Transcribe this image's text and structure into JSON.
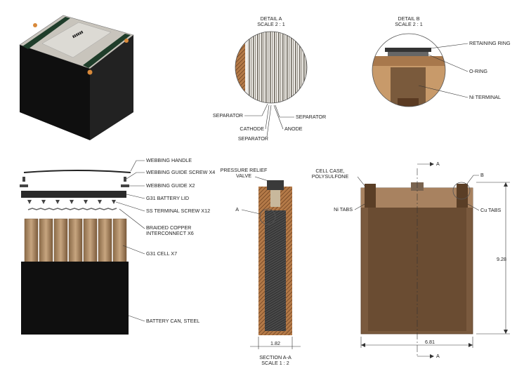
{
  "detail_a": {
    "title": "DETAIL A",
    "scale": "SCALE 2 : 1",
    "labels": {
      "separator_left": "SEPARATOR",
      "separator_right": "SEPARATOR",
      "cathode": "CATHODE",
      "anode": "ANODE",
      "separator_bottom": "SEPARATOR"
    }
  },
  "detail_b": {
    "title": "DETAIL B",
    "scale": "SCALE 2 : 1",
    "labels": {
      "retaining_ring": "RETAINING RING",
      "o_ring": "O-RING",
      "ni_terminal": "Ni TERMINAL"
    }
  },
  "exploded_view": {
    "labels": {
      "webbing_handle": "WEBBING HANDLE",
      "webbing_guide_screw": "WEBBING GUIDE SCREW X4",
      "webbing_guide": "WEBBING GUIDE X2",
      "battery_lid": "G31 BATTERY LID",
      "terminal_screw": "SS TERMINAL SCREW X12",
      "interconnect_1": "BRAIDED COPPER",
      "interconnect_2": "INTERCONNECT X6",
      "cell": "G31 CELL X7",
      "battery_can": "BATTERY CAN, STEEL"
    }
  },
  "section_aa": {
    "labels": {
      "pressure_relief_1": "PRESSURE RELIEF",
      "pressure_relief_2": "VALVE",
      "detail_a_marker": "A",
      "width_dim": "1.82",
      "title": "SECTION A-A",
      "scale": "SCALE 1 : 2"
    }
  },
  "cell_front": {
    "labels": {
      "section_marker_top": "A",
      "section_marker_bottom": "A",
      "detail_b_marker": "B",
      "cell_case_1": "CELL CASE,",
      "cell_case_2": "POLYSULFONE",
      "ni_tabs": "Ni TABS",
      "cu_tabs": "Cu TABS",
      "height_dim": "9.28",
      "width_dim": "6.81"
    }
  }
}
